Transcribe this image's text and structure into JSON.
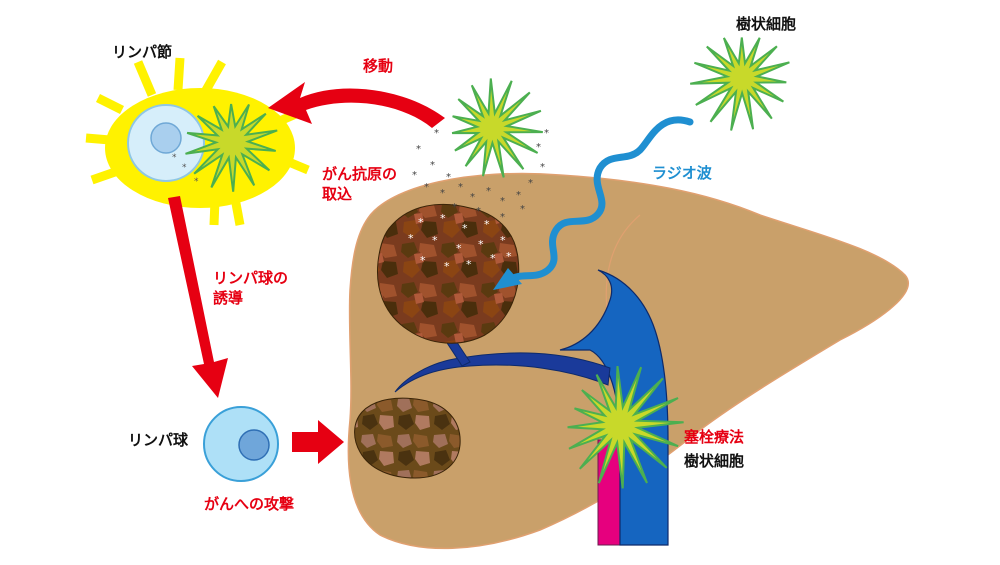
{
  "labels": {
    "lymph_node": "リンパ節",
    "dendritic_cell_top": "樹状細胞",
    "migration": "移動",
    "antigen_uptake_line1": "がん抗原の",
    "antigen_uptake_line2": "取込",
    "radio_wave": "ラジオ波",
    "lymphocyte_induction_line1": "リンパ球の",
    "lymphocyte_induction_line2": "誘導",
    "lymphocyte": "リンパ球",
    "attack_on_cancer": "がんへの攻撃",
    "embolization": "塞栓療法",
    "dendritic_cell_bottom": "樹状細胞"
  },
  "colors": {
    "liver": "#c9a06a",
    "liver_outline": "#e0a070",
    "lymph_node": "#fff200",
    "dendritic_cell": "#c8d92a",
    "dendritic_outline": "#4caf50",
    "arrow_red": "#e60012",
    "radio_wave": "#1f8fd1",
    "vessel_blue": "#1565c0",
    "vessel_pink": "#e6007e",
    "cell_light_blue": "#aee0f7"
  },
  "icons": [
    "dendritic-cell-icon",
    "lymph-node-icon",
    "lymphocyte-icon",
    "tumor-icon",
    "radio-wave-icon"
  ]
}
